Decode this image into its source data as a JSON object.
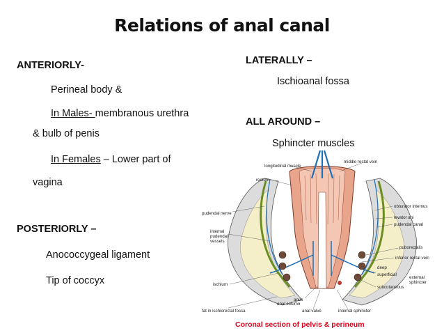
{
  "slide": {
    "title": "Relations of anal canal",
    "anteriorly": {
      "heading": "ANTERIORLY-",
      "line1": "Perineal body &",
      "males_label": "In Males- ",
      "males_text": "membranous urethra",
      "line3": "& bulb of penis",
      "females_label": "In Females",
      "females_text": " – Lower part of",
      "line5": "vagina"
    },
    "posteriorly": {
      "heading": "POSTERIORLY –",
      "line1": "Anococcygeal ligament",
      "line2": "Tip of coccyx"
    },
    "laterally": {
      "heading": "LATERALLY –",
      "line1": "Ischioanal fossa"
    },
    "all_around": {
      "heading": "ALL AROUND –",
      "line1": "Sphincter muscles"
    }
  },
  "figure": {
    "caption": "Coronal section of pelvis & perineum",
    "labels": {
      "longitudinal_muscle": "longitudinal muscle",
      "middle_rectal_vein": "middle rectal vein",
      "rectum": "rectum",
      "pudendal_nerve": "pudendal nerve",
      "obturator_internus": "obturator internus",
      "levator_ani": "levator ani",
      "pudendal_canal": "pudendal canal",
      "internal_pudendal_vessels": [
        "internal",
        "pudendal",
        "vessels"
      ],
      "puborectalis": "puborectalis",
      "inferior_rectal_vein": "inferior rectal vein",
      "deep": "deep",
      "superficial": "superficial",
      "external_sphincter": [
        "external",
        "sphincter"
      ],
      "subcutaneous": "subcutaneous",
      "ischium": "ischium",
      "anus": "anus",
      "anal_column": "anal column",
      "fat_in_ischiorectal_fossa": "fat in ischiorectal fossa",
      "anal_valve": "anal valve",
      "internal_sphincter": "internal sphincter"
    }
  }
}
